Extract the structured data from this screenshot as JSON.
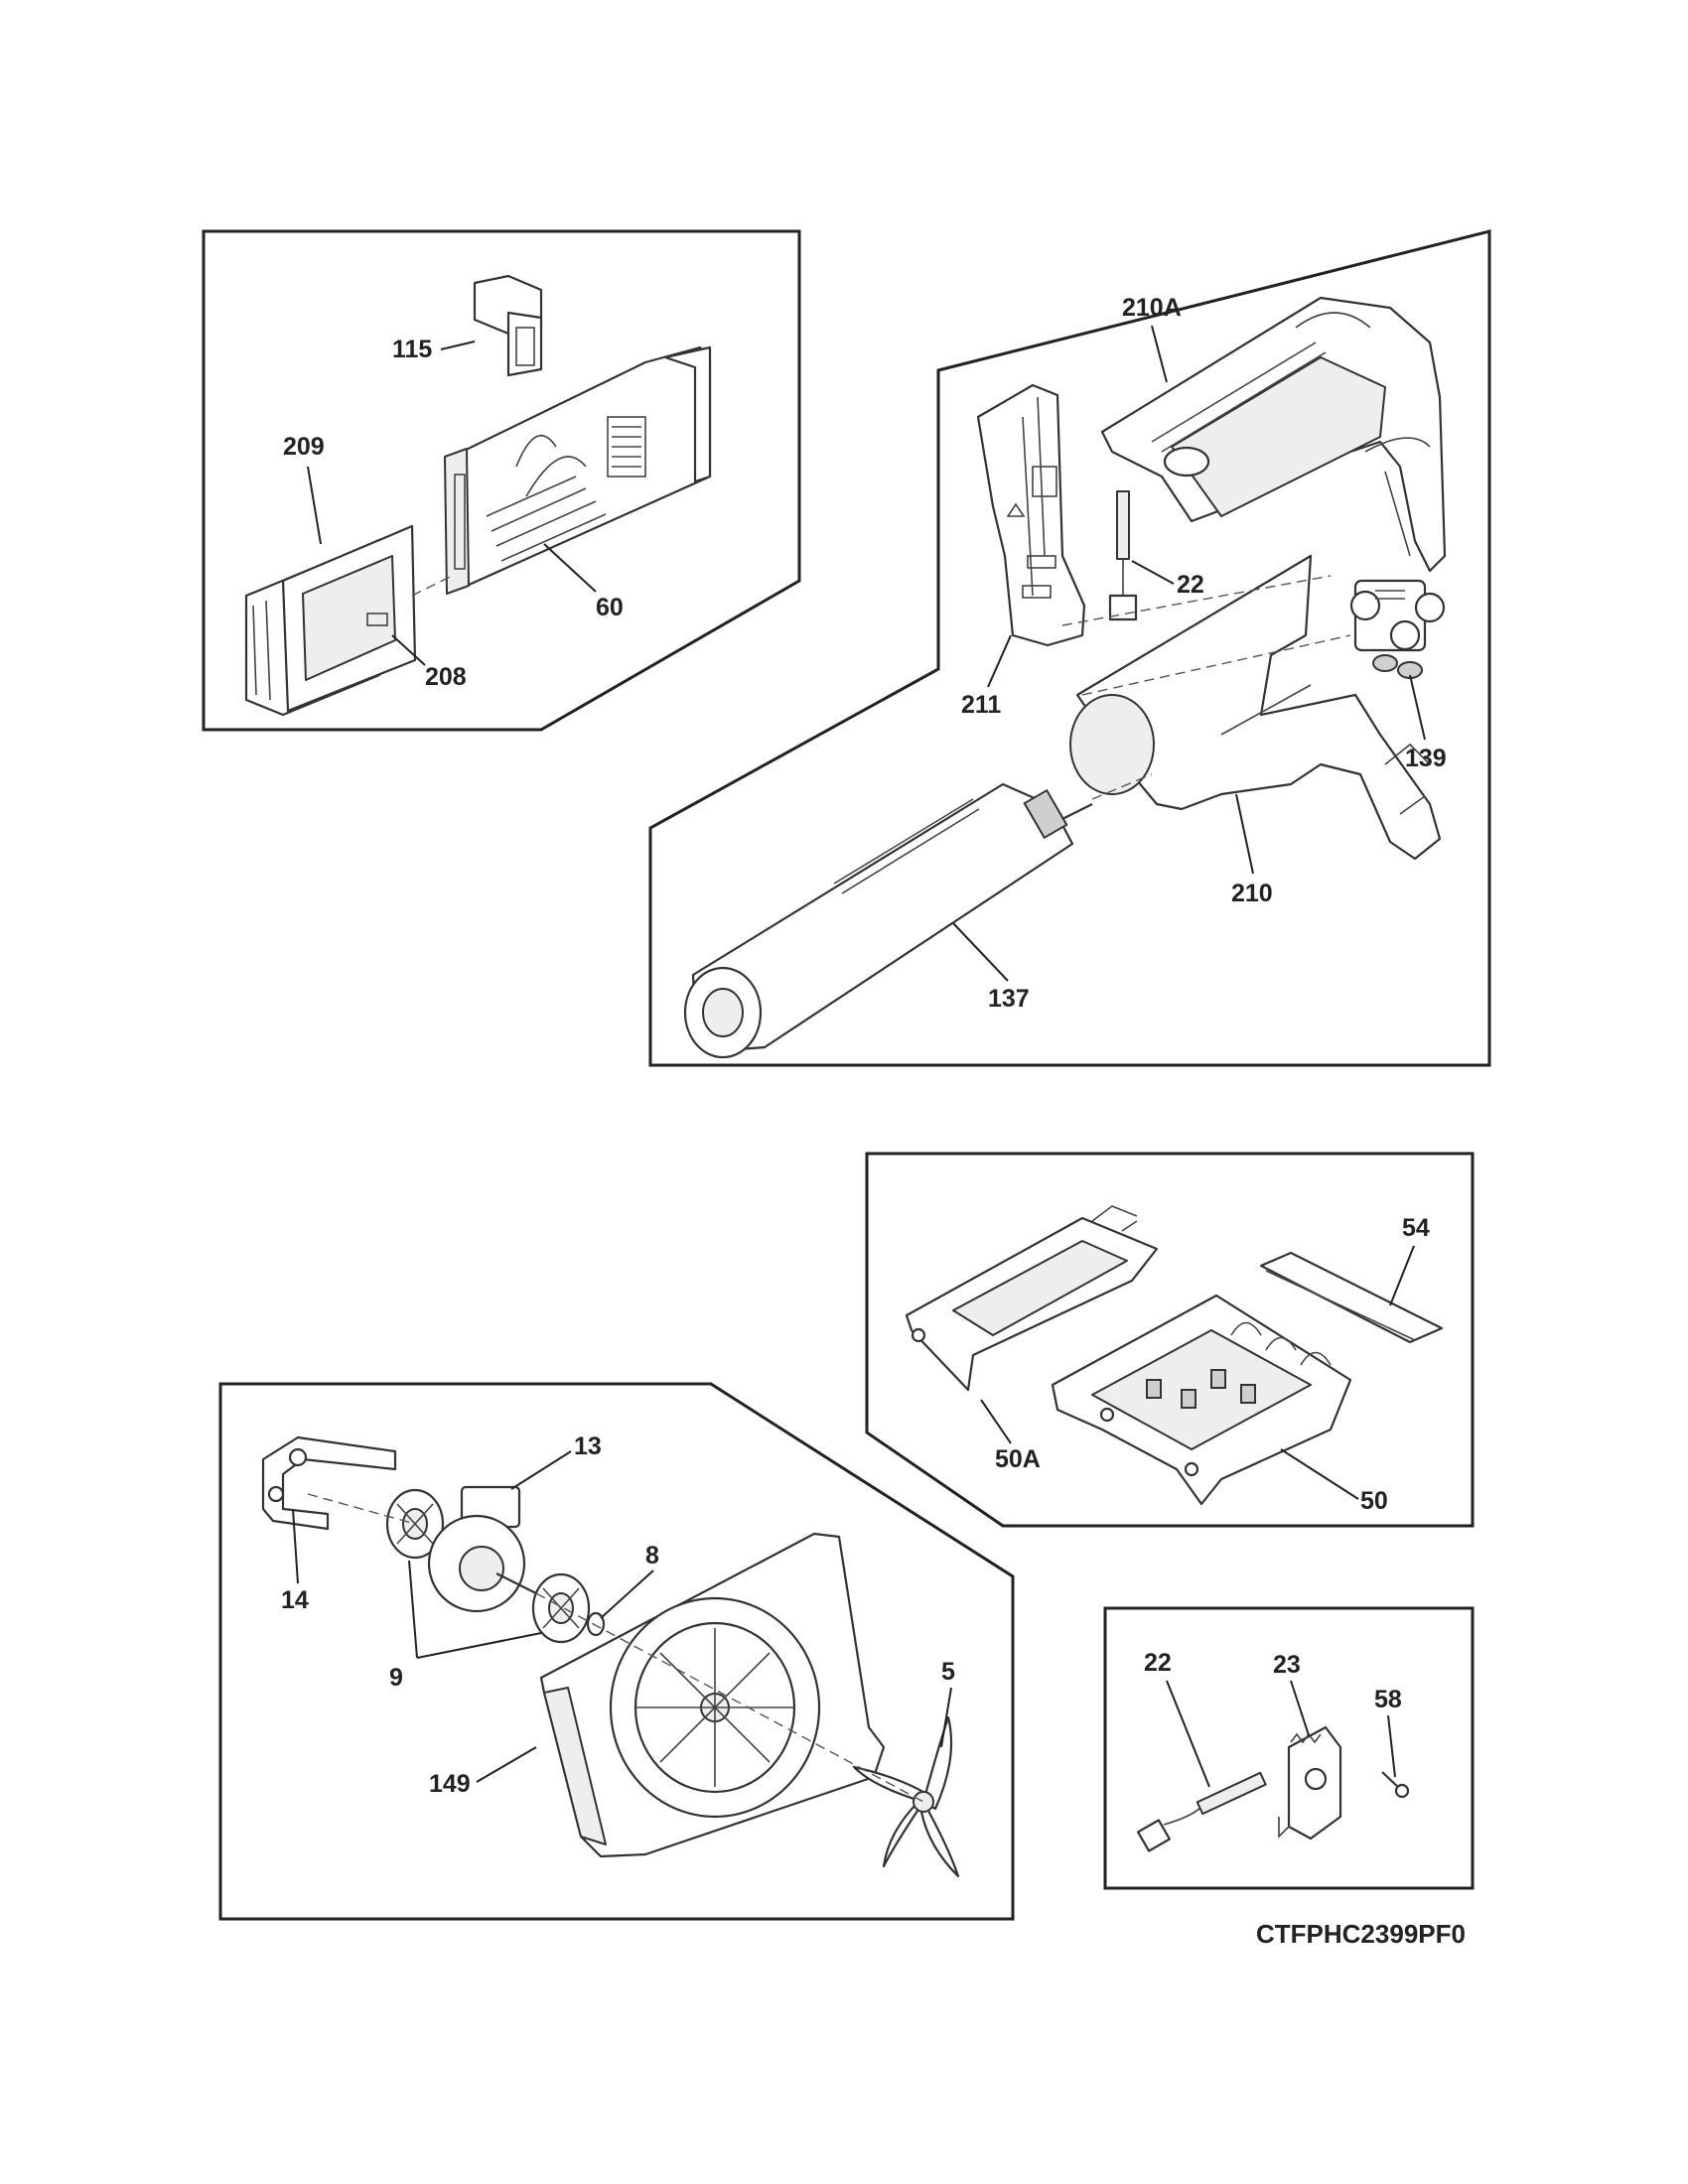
{
  "drawing_code": "CTFPHC2399PF0",
  "callouts": {
    "c115": "115",
    "c209": "209",
    "c60": "60",
    "c208": "208",
    "c210A": "210A",
    "c22_top": "22",
    "c211": "211",
    "c139": "139",
    "c210": "210",
    "c137": "137",
    "c54": "54",
    "c50A": "50A",
    "c50": "50",
    "c13": "13",
    "c14": "14",
    "c8": "8",
    "c9": "9",
    "c5": "5",
    "c149": "149",
    "c22_bottom": "22",
    "c23": "23",
    "c58": "58"
  }
}
